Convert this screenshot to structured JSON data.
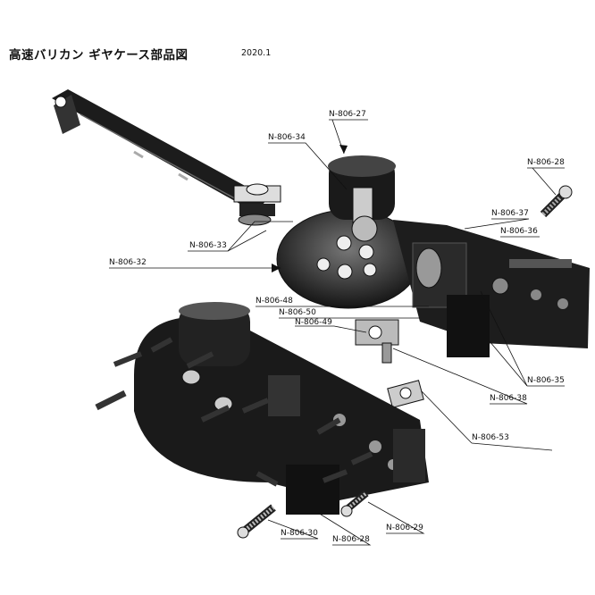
{
  "header": {
    "title": "高速バリカン ギヤケース部品図",
    "date": "2020.1"
  },
  "labels": {
    "n27": "N-806-27",
    "n34": "N-806-34",
    "n28_top": "N-806-28",
    "n37": "N-806-37",
    "n36": "N-806-36",
    "n33": "N-806-33",
    "n32": "N-806-32",
    "n48": "N-806-48",
    "n50": "N-806-50",
    "n49": "N-806-49",
    "n35": "N-806-35",
    "n38": "N-806-38",
    "n53": "N-806-53",
    "n29": "N-806-29",
    "n30": "N-806-30",
    "n28_bottom": "N-806-28"
  }
}
